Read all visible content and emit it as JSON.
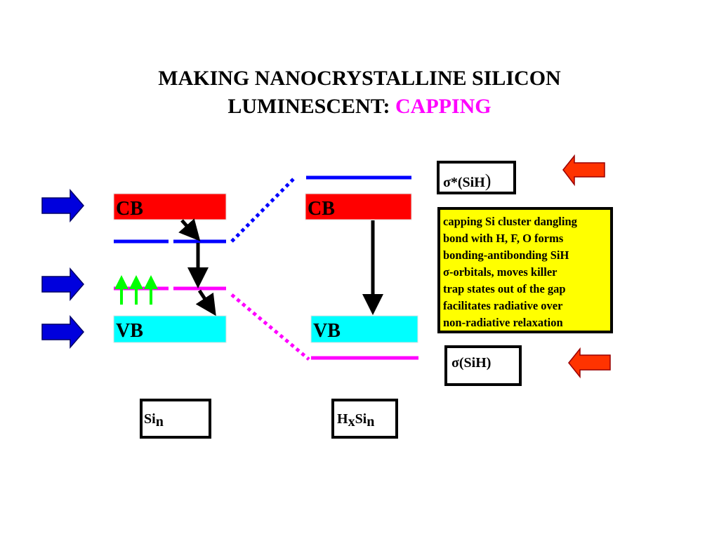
{
  "title": {
    "line1": "MAKING NANOCRYSTALLINE SILICON",
    "line2_prefix": "LUMINESCENT: ",
    "line2_accent": "CAPPING",
    "accent_color": "#ff00ff"
  },
  "bands": {
    "cb_label": "CB",
    "vb_label": "VB",
    "cb_color": "#ff0000",
    "vb_color": "#00ffff",
    "surface_state_color": "#0000ff",
    "trap_state_color": "#ff00ff",
    "excitation_arrow_color": "#00ff00",
    "transition_arrow_color": "#000000"
  },
  "labels": {
    "sigma_star": {
      "symbol": "σ",
      "text": "*(SiH",
      "paren": ")"
    },
    "sigma": {
      "symbol": "σ",
      "text": "(SiH)"
    },
    "si_n": {
      "base": "Si",
      "sub": "n"
    },
    "hxsi_n": {
      "h": "H",
      "x": "x",
      "si": "Si",
      "n": "n"
    }
  },
  "note": {
    "lines": [
      "capping Si cluster dangling",
      "bond with H, F, O forms",
      "bonding-antibonding SiH",
      "σ-orbitals, moves killer",
      "trap states out of the gap",
      "facilitates radiative over",
      "non-radiative  relaxation"
    ],
    "background": "#ffff00"
  },
  "arrows": {
    "left_pointer_color": "#0000dd",
    "right_pointer_color": "#ff3300",
    "left_pointer_icons": [
      "blue-arrow-right-icon",
      "blue-arrow-right-icon",
      "blue-arrow-right-icon"
    ],
    "right_pointer_icons": [
      "red-arrow-left-icon",
      "red-arrow-left-icon"
    ]
  }
}
